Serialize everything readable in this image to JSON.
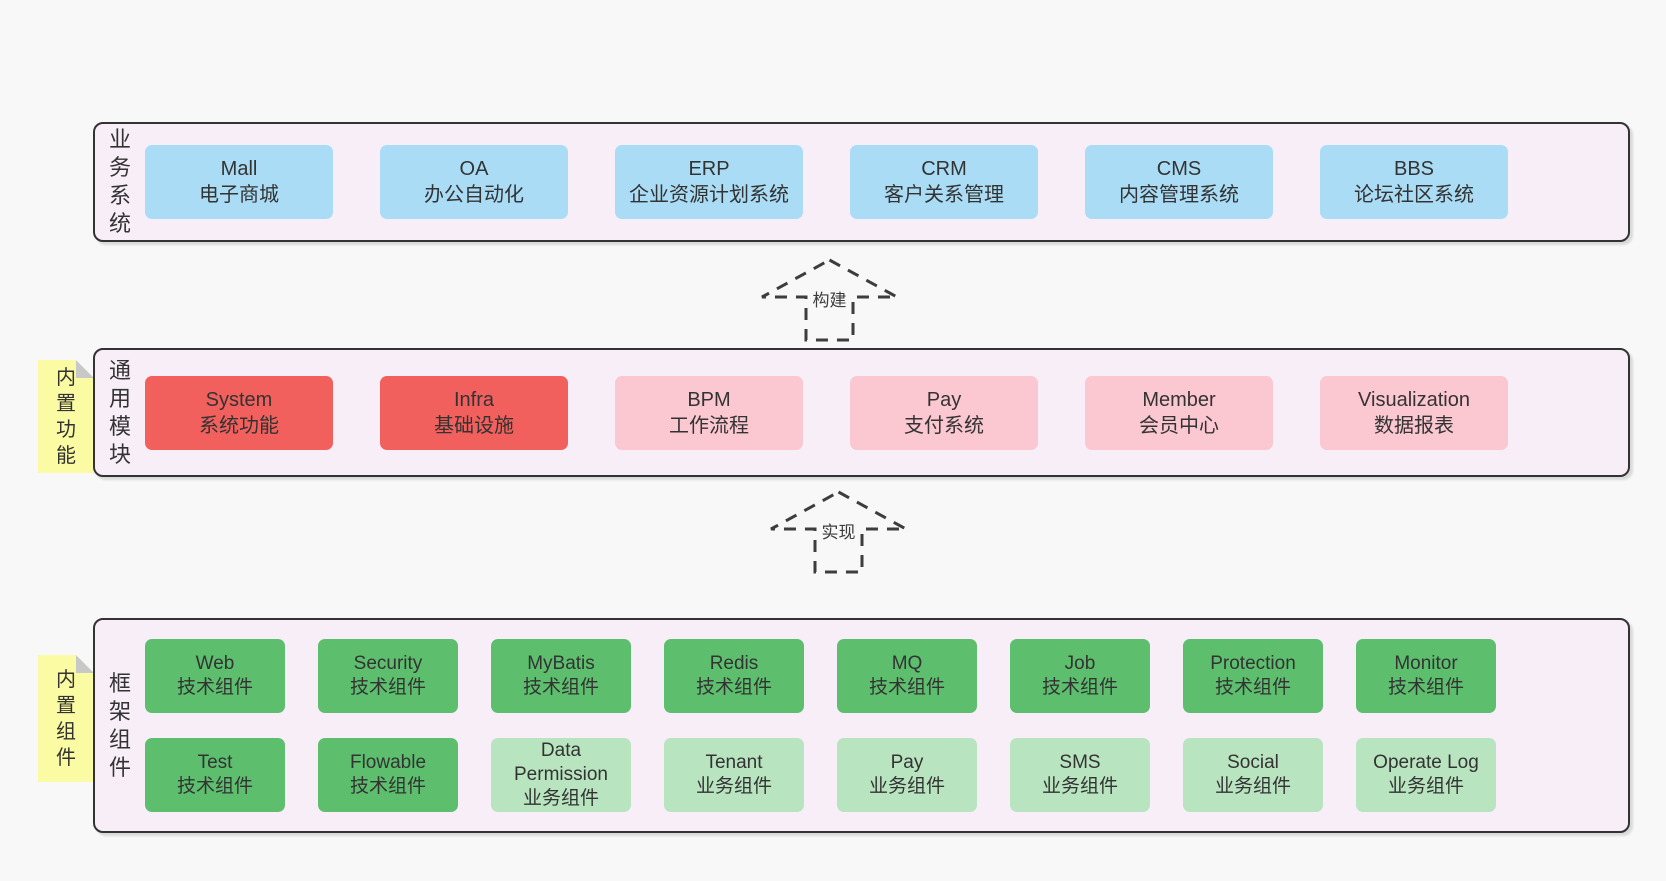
{
  "colors": {
    "page_bg": "#f8f8f8",
    "container_bg": "#f8eef8",
    "container_border": "#333333",
    "blue": "#aaddf5",
    "red": "#f1605d",
    "pink": "#fbc7d0",
    "green": "#5dbf6e",
    "green_light": "#b9e4c0",
    "note_yellow": "#fbfba3",
    "note_fold": "#c8c8c8",
    "text": "#333333"
  },
  "layers": [
    {
      "label": "业务系统",
      "rows": [
        [
          {
            "en": "Mall",
            "zh": "电子商城",
            "color": "blue"
          },
          {
            "en": "OA",
            "zh": "办公自动化",
            "color": "blue"
          },
          {
            "en": "ERP",
            "zh": "企业资源计划系统",
            "color": "blue"
          },
          {
            "en": "CRM",
            "zh": "客户关系管理",
            "color": "blue"
          },
          {
            "en": "CMS",
            "zh": "内容管理系统",
            "color": "blue"
          },
          {
            "en": "BBS",
            "zh": "论坛社区系统",
            "color": "blue"
          }
        ]
      ]
    },
    {
      "label": "通用模块",
      "note": "内置功能",
      "rows": [
        [
          {
            "en": "System",
            "zh": "系统功能",
            "color": "red"
          },
          {
            "en": "Infra",
            "zh": "基础设施",
            "color": "red"
          },
          {
            "en": "BPM",
            "zh": "工作流程",
            "color": "pink"
          },
          {
            "en": "Pay",
            "zh": "支付系统",
            "color": "pink"
          },
          {
            "en": "Member",
            "zh": "会员中心",
            "color": "pink"
          },
          {
            "en": "Visualization",
            "zh": "数据报表",
            "color": "pink"
          }
        ]
      ]
    },
    {
      "label": "框架组件",
      "note": "内置组件",
      "rows": [
        [
          {
            "en": "Web",
            "zh": "技术组件",
            "color": "green"
          },
          {
            "en": "Security",
            "zh": "技术组件",
            "color": "green"
          },
          {
            "en": "MyBatis",
            "zh": "技术组件",
            "color": "green"
          },
          {
            "en": "Redis",
            "zh": "技术组件",
            "color": "green"
          },
          {
            "en": "MQ",
            "zh": "技术组件",
            "color": "green"
          },
          {
            "en": "Job",
            "zh": "技术组件",
            "color": "green"
          },
          {
            "en": "Protection",
            "zh": "技术组件",
            "color": "green"
          },
          {
            "en": "Monitor",
            "zh": "技术组件",
            "color": "green"
          }
        ],
        [
          {
            "en": "Test",
            "zh": "技术组件",
            "color": "green"
          },
          {
            "en": "Flowable",
            "zh": "技术组件",
            "color": "green"
          },
          {
            "en": "Data Permission",
            "zh": "业务组件",
            "color": "green_light"
          },
          {
            "en": "Tenant",
            "zh": "业务组件",
            "color": "green_light"
          },
          {
            "en": "Pay",
            "zh": "业务组件",
            "color": "green_light"
          },
          {
            "en": "SMS",
            "zh": "业务组件",
            "color": "green_light"
          },
          {
            "en": "Social",
            "zh": "业务组件",
            "color": "green_light"
          },
          {
            "en": "Operate Log",
            "zh": "业务组件",
            "color": "green_light"
          }
        ]
      ]
    }
  ],
  "arrows": [
    {
      "label": "构建"
    },
    {
      "label": "实现"
    }
  ]
}
